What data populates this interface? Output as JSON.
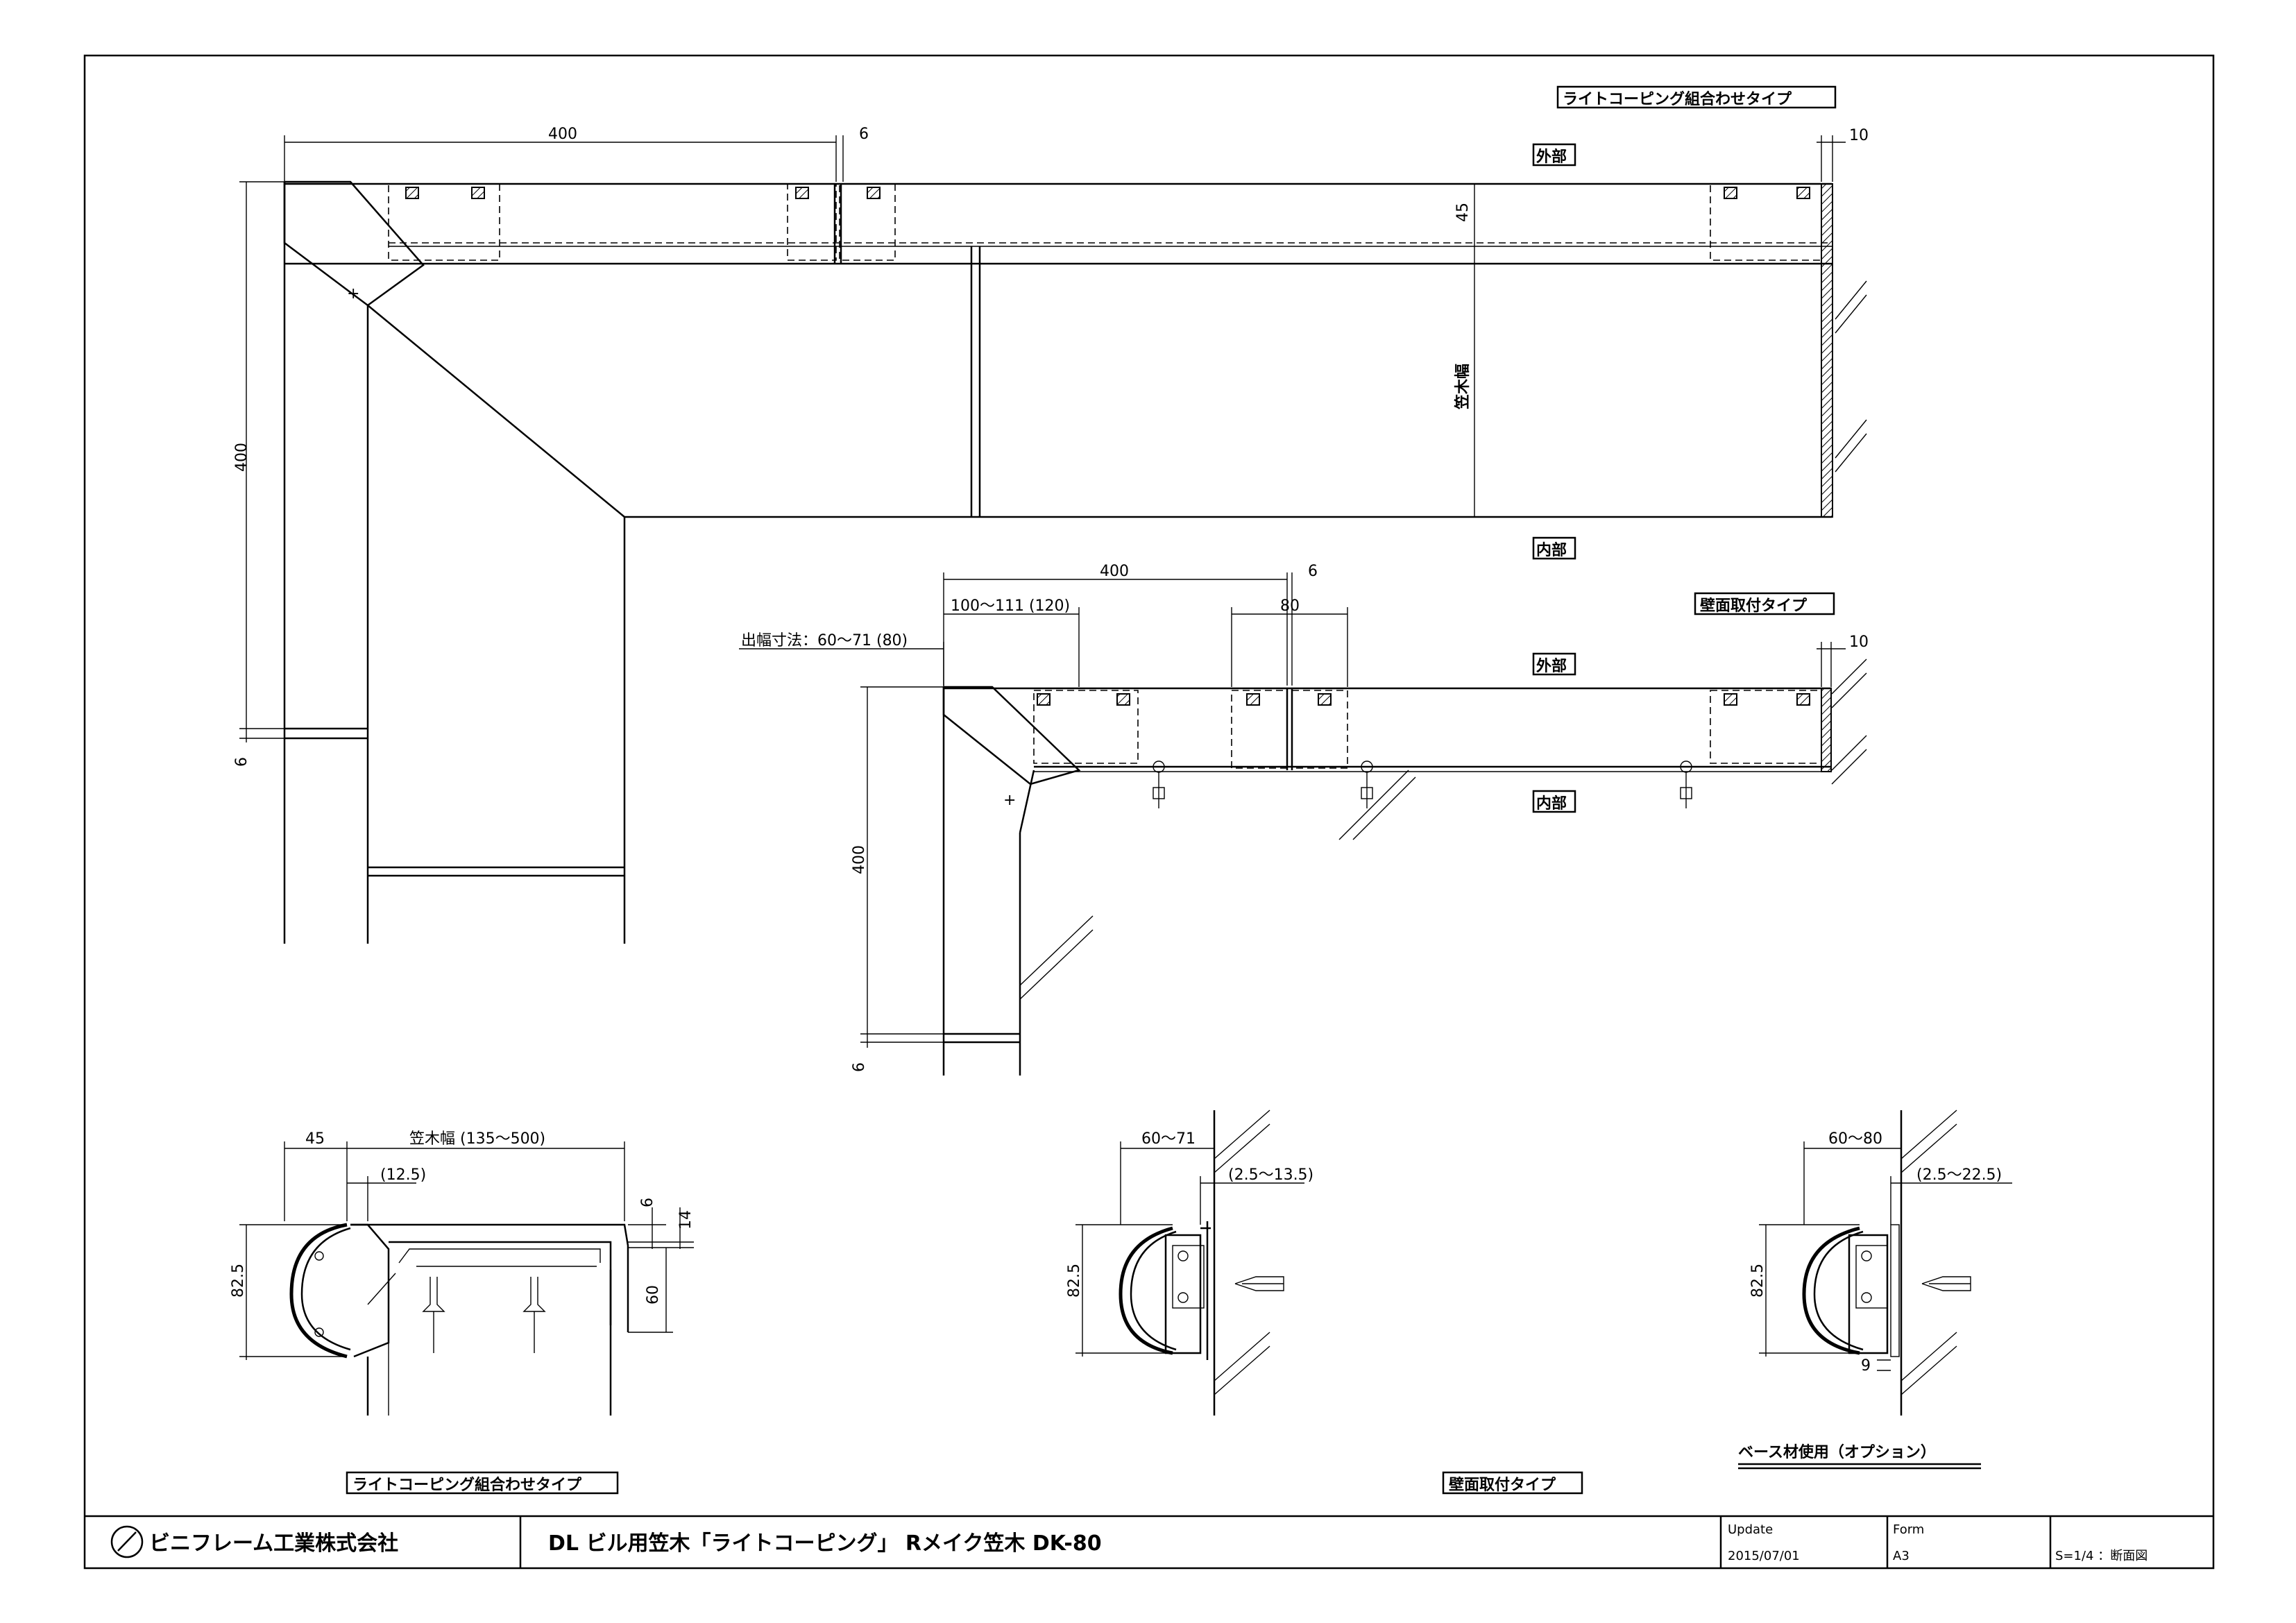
{
  "title_block": {
    "company": "ビニフレーム工業株式会社",
    "drawing_title": "DL ビル用笠木「ライトコーピング」 Rメイク笠木 DK-80",
    "update_label": "Update",
    "update_value": "2015/07/01",
    "form_label": "Form",
    "form_value": "A3",
    "scale_note": "S=1/4 ：断面図"
  },
  "labels": {
    "type_combo_top": "ライトコーピング組合わせタイプ",
    "type_wall_top": "壁面取付タイプ",
    "type_combo_bottom": "ライトコーピング組合わせタイプ",
    "type_wall_bottom": "壁面取付タイプ",
    "outside_1": "外部",
    "inside_1": "内部",
    "outside_2": "外部",
    "inside_2": "内部",
    "kasagi_width": "笠木幅",
    "projection": "出幅寸法：60～71 (80)",
    "base_option": "ベース材使用（オプション）"
  },
  "dims": {
    "d400_top": "400",
    "d6_top": "6",
    "d10_top": "10",
    "d45": "45",
    "d400_left": "400",
    "d6_left": "6",
    "d400_mid": "400",
    "d6_mid": "6",
    "d100": "100～111 (120)",
    "d80": "80",
    "d10_mid": "10",
    "d400_mid_v": "400",
    "d6_mid_v": "6",
    "s1_45": "45",
    "s1_width": "笠木幅 (135～500)",
    "s1_125": "(12.5)",
    "s1_6": "6",
    "s1_14": "14",
    "s1_825": "82.5",
    "s1_60": "60",
    "s2_6071": "60～71",
    "s2_range": "(2.5～13.5)",
    "s2_825": "82.5",
    "s3_6080": "60～80",
    "s3_range": "(2.5～22.5)",
    "s3_825": "82.5",
    "s3_9": "9"
  }
}
